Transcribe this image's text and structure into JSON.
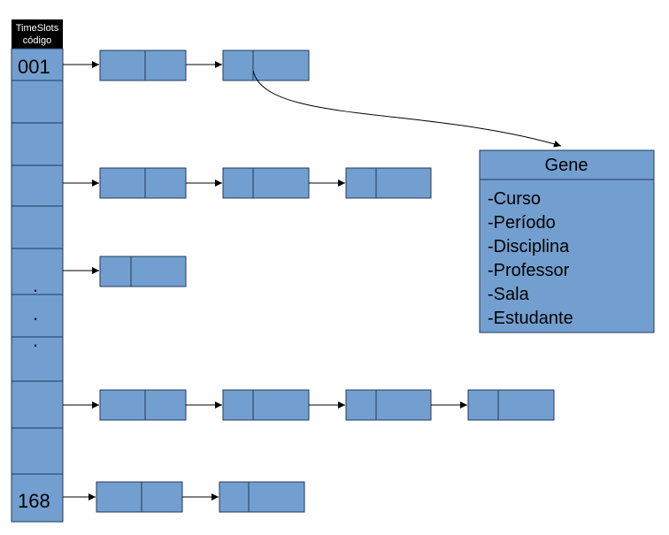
{
  "timeslots": {
    "header_line1": "TimeSlots",
    "header_line2": "código",
    "first_label": "001",
    "last_label": "168",
    "ellipsis": "."
  },
  "gene": {
    "title": "Gene",
    "attributes": [
      "-Curso",
      "-Período",
      "-Disciplina",
      "-Professor",
      "-Sala",
      "-Estudante"
    ]
  },
  "chains": [
    {
      "row": "001",
      "nodes": 2
    },
    {
      "row": "row-4",
      "nodes": 3
    },
    {
      "row": "row-6",
      "nodes": 1
    },
    {
      "row": "row-9",
      "nodes": 4
    },
    {
      "row": "168",
      "nodes": 2
    }
  ]
}
